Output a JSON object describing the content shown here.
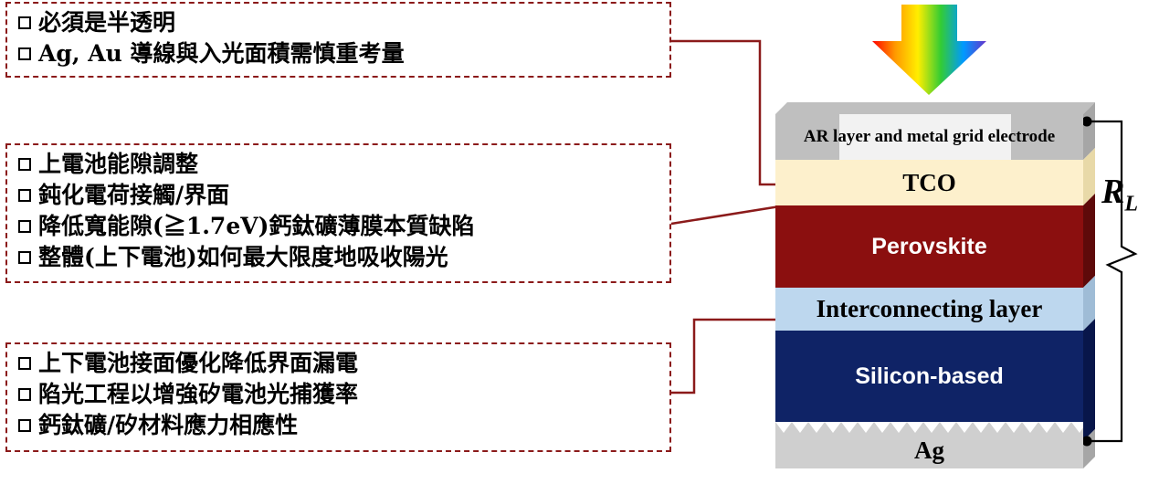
{
  "box1": {
    "items": [
      "必須是半透明",
      "Ag, Au 導線與入光面積需慎重考量"
    ]
  },
  "box2": {
    "items": [
      "上電池能隙調整",
      "鈍化電荷接觸/界面",
      "降低寬能隙(≧1.7eV)鈣鈦礦薄膜本質缺陷",
      "整體(上下電池)如何最大限度地吸收陽光"
    ]
  },
  "box3": {
    "items": [
      "上下電池接面優化降低界面漏電",
      "陷光工程以增強矽電池光捕獲率",
      "鈣鈦礦/矽材料應力相應性"
    ]
  },
  "layers": {
    "ar": "AR layer and metal grid electrode",
    "tco": "TCO",
    "perovskite": "Perovskite",
    "interconnect": "Interconnecting layer",
    "silicon": "Silicon-based",
    "ag": "Ag"
  },
  "load": {
    "symbol": "R",
    "subscript": "L"
  },
  "colors": {
    "dash": "#8b1a1a",
    "ar": "#d9d9d9",
    "tco": "#fdf0cc",
    "perovskite": "#8b0f0f",
    "interconnect": "#bdd7ee",
    "silicon": "#0f2366",
    "ag": "#cfcfcf"
  }
}
